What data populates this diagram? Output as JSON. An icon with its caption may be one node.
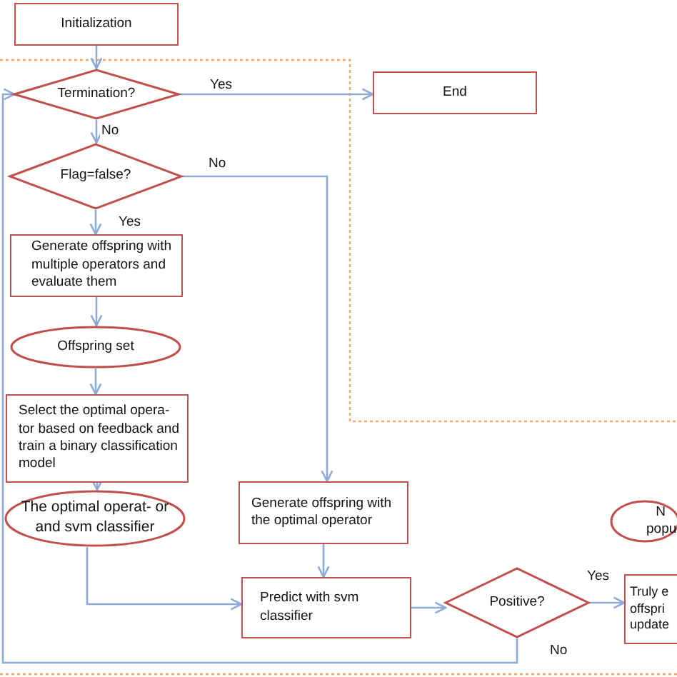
{
  "diagram": {
    "nodes": [
      {
        "text": [
          "Initialization"
        ]
      },
      {
        "text": [
          "Termination?"
        ]
      },
      {
        "text": [
          "End"
        ]
      },
      {
        "text": [
          "Flag=false?"
        ]
      },
      {
        "text": [
          "Generate offspring with multiple operators and evaluate them"
        ]
      },
      {
        "text": [
          "Offspring set"
        ]
      },
      {
        "text": [
          "Select the optimal opera- tor based on feedback and train a binary classification model"
        ]
      },
      {
        "text": [
          "Generate offspring with the optimal operator"
        ]
      },
      {
        "text": [
          "The optimal operat- or and svm classifier"
        ]
      },
      {
        "text": [
          "N popu"
        ]
      },
      {
        "text": [
          "Predict with svm classifier"
        ]
      },
      {
        "text": [
          "Positive?"
        ]
      },
      {
        "text": [
          "Truly e offspri update"
        ]
      }
    ],
    "edges": [
      {
        "from": 0,
        "to": 1,
        "arrow": "to"
      },
      {
        "from": 1,
        "to": 2,
        "arrow": "to",
        "label": "Yes"
      },
      {
        "from": 1,
        "to": 3,
        "arrow": "to",
        "label": "No"
      },
      {
        "from": 3,
        "to": 4,
        "arrow": "to",
        "label": "Yes"
      },
      {
        "from": 3,
        "to": 7,
        "arrow": "to",
        "label": "No"
      },
      {
        "from": 4,
        "to": 5,
        "arrow": "to"
      },
      {
        "from": 5,
        "to": 6,
        "arrow": "to"
      },
      {
        "from": 6,
        "to": 8,
        "arrow": "to"
      },
      {
        "from": 8,
        "to": 10,
        "arrow": "to"
      },
      {
        "from": 7,
        "to": 10,
        "arrow": "to"
      },
      {
        "from": 10,
        "to": 11,
        "arrow": "to"
      },
      {
        "from": 11,
        "to": 12,
        "arrow": "to",
        "label": "Yes"
      },
      {
        "from": 11,
        "to": 1,
        "arrow": "to",
        "label": "No"
      }
    ]
  }
}
